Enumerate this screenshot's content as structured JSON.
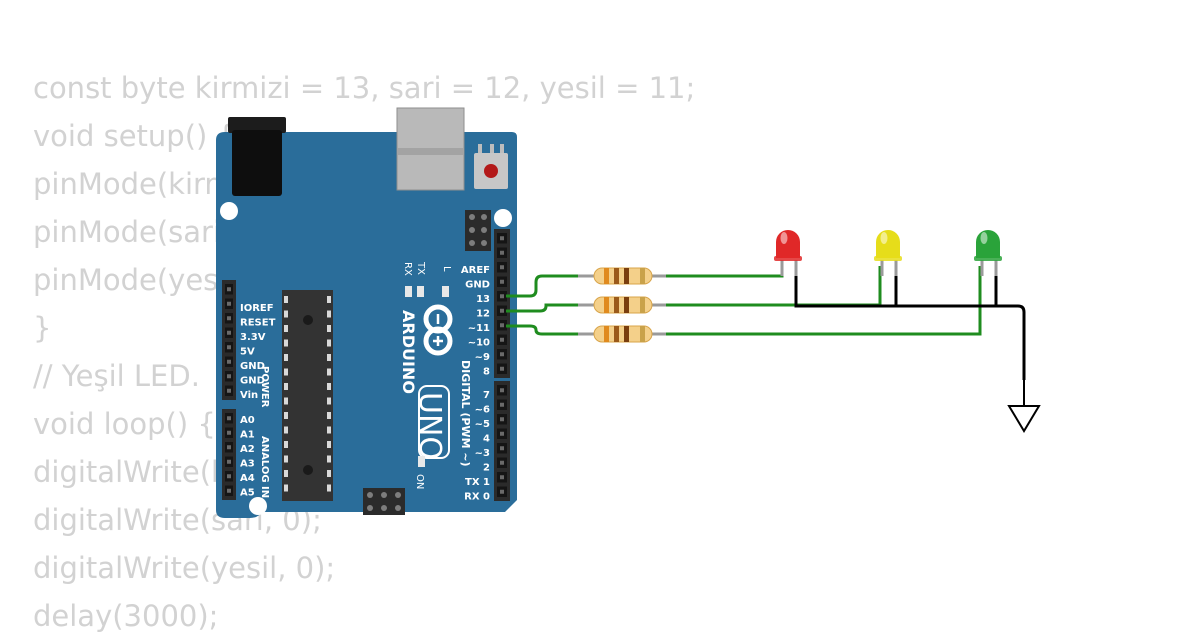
{
  "code_lines": [
    "const byte kirmizi = 13, sari = 12, yesil = 11;",
    "void setup() {",
    "pinMode(kirmizi, OUTPUT);",
    "pinMode(sari, OUTPUT);",
    "pinMode(yesil, OUTPUT);",
    "}",
    "// Yeşil LED.",
    "void loop() {",
    "digitalWrite(kirmizi, 0);",
    "digitalWrite(sari, 0);",
    "digitalWrite(yesil, 0);",
    "delay(3000);"
  ],
  "board": {
    "brand": "ARDUINO",
    "model": "UNO",
    "on_label": "ON",
    "tx_label": "TX",
    "rx_label": "RX",
    "l_label": "L",
    "digital_label": "DIGITAL (PWM ~)",
    "power_label": "POWER",
    "analog_label": "ANALOG IN",
    "power_pins": [
      "IOREF",
      "RESET",
      "3.3V",
      "5V",
      "GND",
      "GND",
      "Vin"
    ],
    "analog_pins": [
      "A0",
      "A1",
      "A2",
      "A3",
      "A4",
      "A5"
    ],
    "digital_pins_top": [
      "AREF",
      "GND",
      "13",
      "12",
      "~11",
      "~10",
      "~9",
      "8"
    ],
    "digital_pins_bottom": [
      "7",
      "~6",
      "~5",
      "4",
      "~3",
      "2",
      "TX 1",
      "RX 0"
    ]
  },
  "leds": [
    {
      "color": "red",
      "fill": "#e02828"
    },
    {
      "color": "yellow",
      "fill": "#e6dd1a"
    },
    {
      "color": "green",
      "fill": "#2aa33a"
    }
  ],
  "colors": {
    "board": "#2a6d9a",
    "wire_green": "#1f8c1f",
    "wire_black": "#000000",
    "code_text": "#d2d2d2"
  }
}
